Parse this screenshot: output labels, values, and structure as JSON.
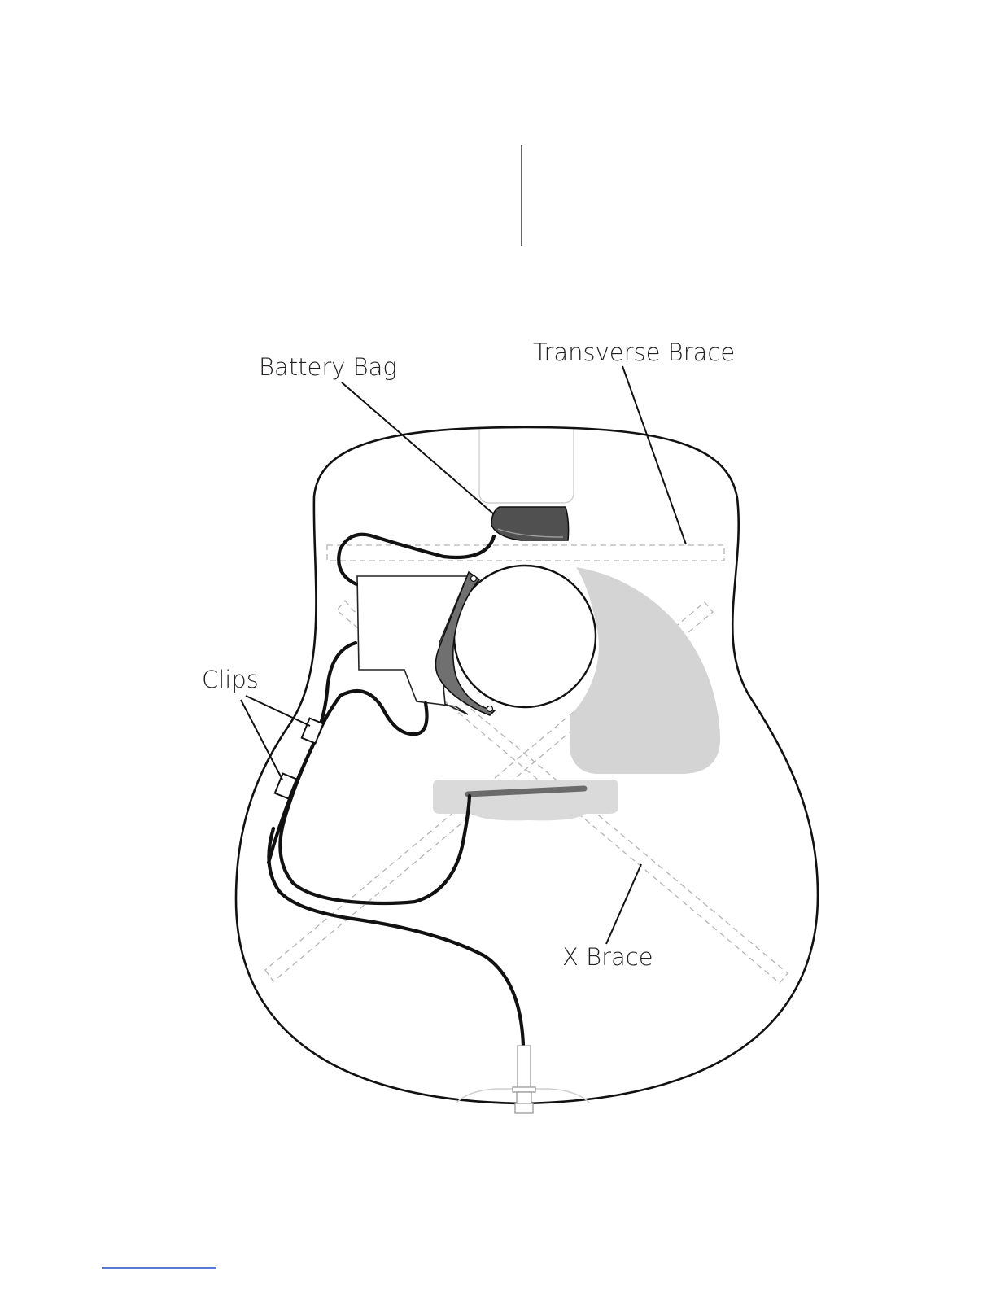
{
  "diagram": {
    "labels": {
      "battery_bag": "Battery Bag",
      "transverse_brace": "Transverse Brace",
      "clips": "Clips",
      "x_brace": "X Brace"
    },
    "colors": {
      "stroke": "#111111",
      "pickguard_fill": "#d4d4d4",
      "bridge_fill": "#dadada",
      "battery_bag_fill": "#505050",
      "preamp_bracket_fill": "#707070",
      "brace_dash": "#b4b4b4",
      "footer_rule": "#1f4fc9"
    }
  }
}
